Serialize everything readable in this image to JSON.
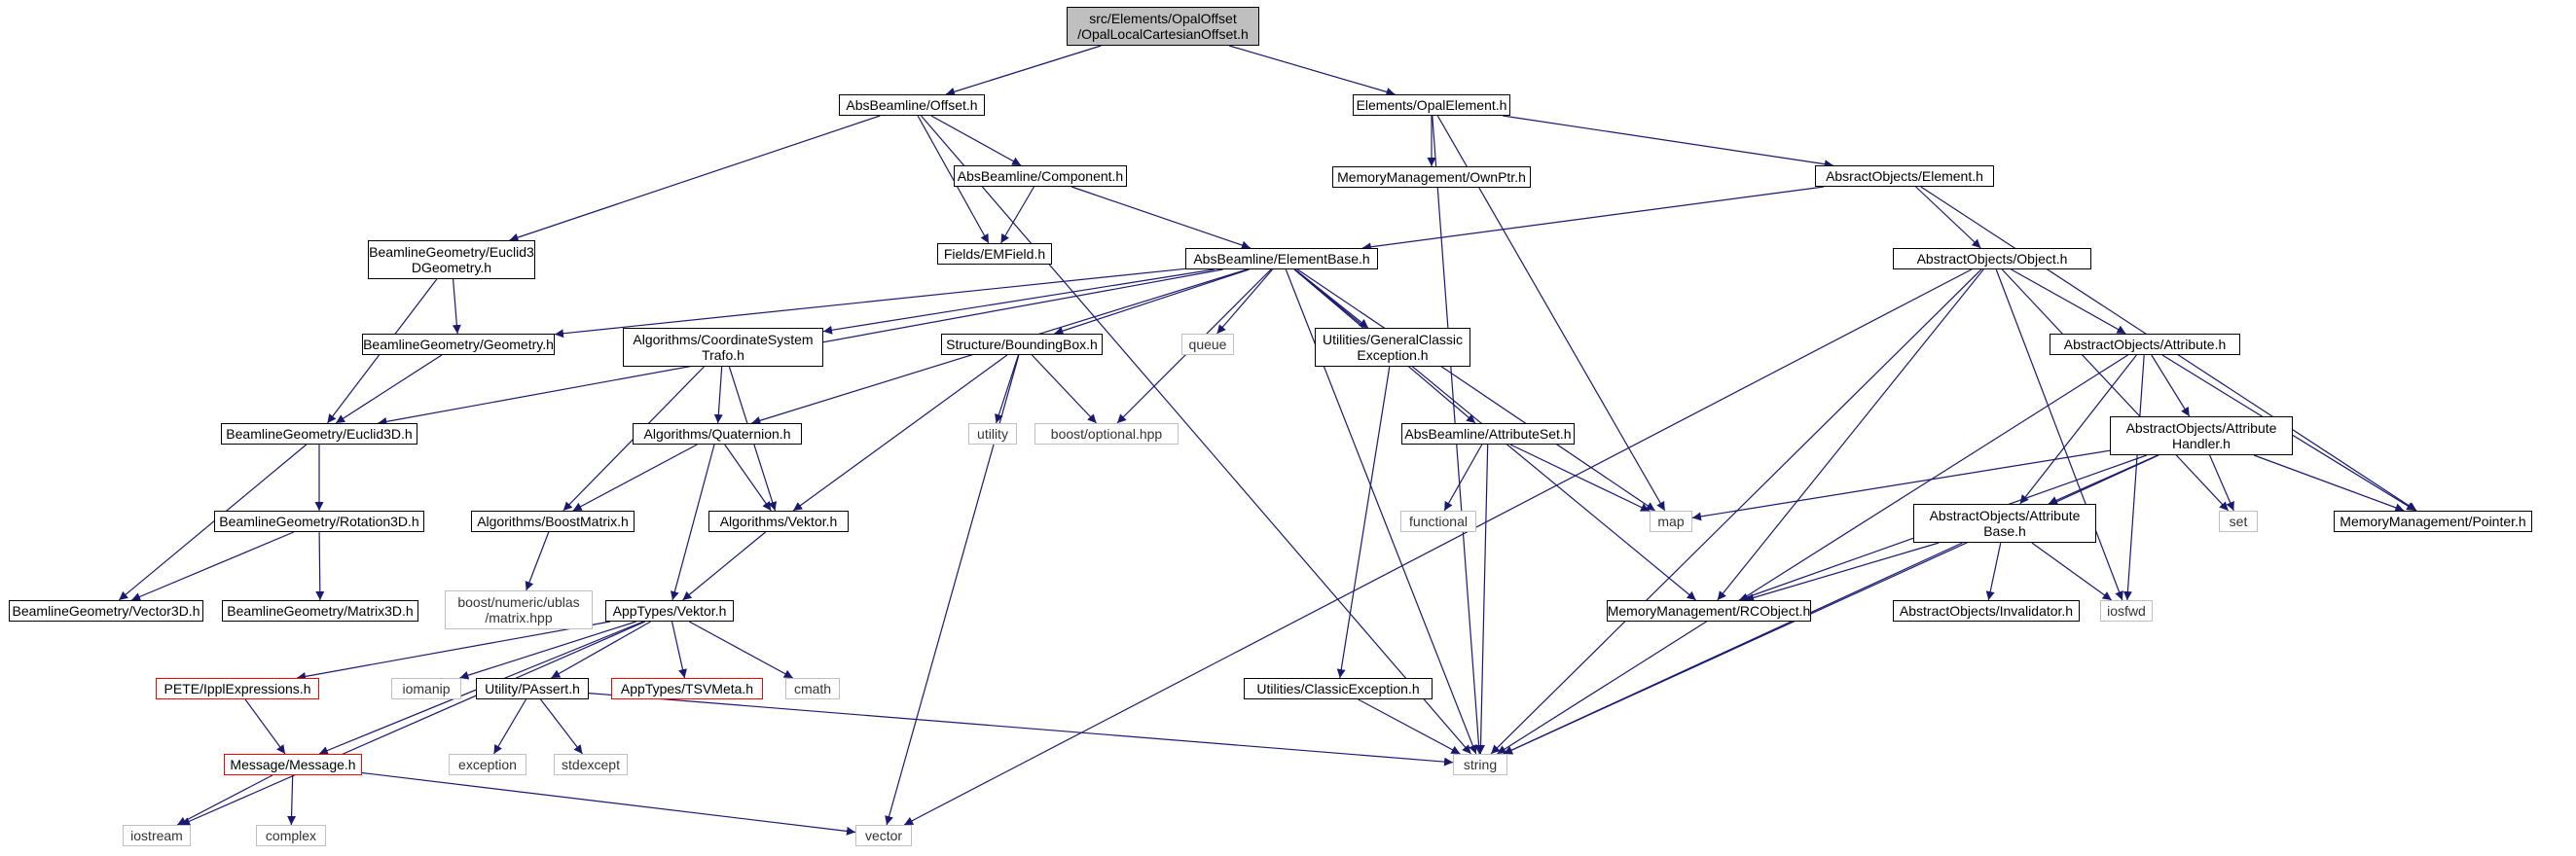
{
  "colors": {
    "edge": "#191970",
    "root_fill": "#bfbfbf",
    "header_border": "#000000",
    "system_border": "#bfbfbf",
    "missing_border": "#ff0000"
  },
  "nodes": {
    "root": {
      "label": "src/Elements/OpalOffset\n/OpalLocalCartesianOffset.h",
      "kind": "root"
    },
    "offset": {
      "label": "AbsBeamline/Offset.h",
      "kind": "header"
    },
    "opalelement": {
      "label": "Elements/OpalElement.h",
      "kind": "header"
    },
    "component": {
      "label": "AbsBeamline/Component.h",
      "kind": "header"
    },
    "ownptr": {
      "label": "MemoryManagement/OwnPtr.h",
      "kind": "header"
    },
    "element": {
      "label": "AbsractObjects/Element.h",
      "kind": "header"
    },
    "euclid3dgeom": {
      "label": "BeamlineGeometry/Euclid3\nDGeometry.h",
      "kind": "header"
    },
    "emfield": {
      "label": "Fields/EMField.h",
      "kind": "header"
    },
    "elementbase": {
      "label": "AbsBeamline/ElementBase.h",
      "kind": "header"
    },
    "object": {
      "label": "AbstractObjects/Object.h",
      "kind": "header"
    },
    "geometry": {
      "label": "BeamlineGeometry/Geometry.h",
      "kind": "header"
    },
    "coordtrafo": {
      "label": "Algorithms/CoordinateSystem\nTrafo.h",
      "kind": "header"
    },
    "boundingbox": {
      "label": "Structure/BoundingBox.h",
      "kind": "header"
    },
    "queue": {
      "label": "queue",
      "kind": "system"
    },
    "generalclassic": {
      "label": "Utilities/GeneralClassic\nException.h",
      "kind": "header"
    },
    "attribute": {
      "label": "AbstractObjects/Attribute.h",
      "kind": "header"
    },
    "euclid3d": {
      "label": "BeamlineGeometry/Euclid3D.h",
      "kind": "header"
    },
    "quaternion": {
      "label": "Algorithms/Quaternion.h",
      "kind": "header"
    },
    "utility": {
      "label": "utility",
      "kind": "system"
    },
    "boostoptional": {
      "label": "boost/optional.hpp",
      "kind": "system"
    },
    "attributeset": {
      "label": "AbsBeamline/AttributeSet.h",
      "kind": "header"
    },
    "attrhandler": {
      "label": "AbstractObjects/Attribute\nHandler.h",
      "kind": "header"
    },
    "rotation3d": {
      "label": "BeamlineGeometry/Rotation3D.h",
      "kind": "header"
    },
    "boostmatrix": {
      "label": "Algorithms/BoostMatrix.h",
      "kind": "header"
    },
    "algvektor": {
      "label": "Algorithms/Vektor.h",
      "kind": "header"
    },
    "functional": {
      "label": "functional",
      "kind": "system"
    },
    "map": {
      "label": "map",
      "kind": "system"
    },
    "attrbase": {
      "label": "AbstractObjects/Attribute\nBase.h",
      "kind": "header"
    },
    "set": {
      "label": "set",
      "kind": "system"
    },
    "pointer": {
      "label": "MemoryManagement/Pointer.h",
      "kind": "header"
    },
    "ublas": {
      "label": "boost/numeric/ublas\n/matrix.hpp",
      "kind": "system"
    },
    "vector3d": {
      "label": "BeamlineGeometry/Vector3D.h",
      "kind": "header"
    },
    "matrix3d": {
      "label": "BeamlineGeometry/Matrix3D.h",
      "kind": "header"
    },
    "appvektor": {
      "label": "AppTypes/Vektor.h",
      "kind": "header"
    },
    "rcobject": {
      "label": "MemoryManagement/RCObject.h",
      "kind": "header"
    },
    "invalidator": {
      "label": "AbstractObjects/Invalidator.h",
      "kind": "header"
    },
    "iosfwd": {
      "label": "iosfwd",
      "kind": "system"
    },
    "ipplexpr": {
      "label": "PETE/IpplExpressions.h",
      "kind": "missing"
    },
    "iomanip": {
      "label": "iomanip",
      "kind": "system"
    },
    "passert": {
      "label": "Utility/PAssert.h",
      "kind": "header"
    },
    "tsvmeta": {
      "label": "AppTypes/TSVMeta.h",
      "kind": "missing"
    },
    "cmath": {
      "label": "cmath",
      "kind": "system"
    },
    "classicexc": {
      "label": "Utilities/ClassicException.h",
      "kind": "header"
    },
    "message": {
      "label": "Message/Message.h",
      "kind": "missing"
    },
    "exception": {
      "label": "exception",
      "kind": "system"
    },
    "stdexcept": {
      "label": "stdexcept",
      "kind": "system"
    },
    "string": {
      "label": "string",
      "kind": "system"
    },
    "iostream": {
      "label": "iostream",
      "kind": "system"
    },
    "complex": {
      "label": "complex",
      "kind": "system"
    },
    "vector": {
      "label": "vector",
      "kind": "system"
    }
  },
  "edges": [
    [
      "root",
      "offset"
    ],
    [
      "root",
      "opalelement"
    ],
    [
      "offset",
      "euclid3dgeom"
    ],
    [
      "offset",
      "component"
    ],
    [
      "offset",
      "emfield"
    ],
    [
      "offset",
      "string"
    ],
    [
      "opalelement",
      "ownptr"
    ],
    [
      "opalelement",
      "element"
    ],
    [
      "opalelement",
      "map"
    ],
    [
      "opalelement",
      "string"
    ],
    [
      "component",
      "emfield"
    ],
    [
      "component",
      "elementbase"
    ],
    [
      "element",
      "elementbase"
    ],
    [
      "element",
      "object"
    ],
    [
      "element",
      "pointer"
    ],
    [
      "euclid3dgeom",
      "geometry"
    ],
    [
      "euclid3dgeom",
      "euclid3d"
    ],
    [
      "elementbase",
      "geometry"
    ],
    [
      "elementbase",
      "euclid3d"
    ],
    [
      "elementbase",
      "coordtrafo"
    ],
    [
      "elementbase",
      "quaternion"
    ],
    [
      "elementbase",
      "boundingbox"
    ],
    [
      "elementbase",
      "queue"
    ],
    [
      "elementbase",
      "boostoptional"
    ],
    [
      "elementbase",
      "generalclassic"
    ],
    [
      "elementbase",
      "attributeset"
    ],
    [
      "elementbase",
      "map"
    ],
    [
      "elementbase",
      "string"
    ],
    [
      "elementbase",
      "rcobject"
    ],
    [
      "object",
      "attribute"
    ],
    [
      "object",
      "set"
    ],
    [
      "object",
      "iosfwd"
    ],
    [
      "object",
      "rcobject"
    ],
    [
      "object",
      "string"
    ],
    [
      "object",
      "vector"
    ],
    [
      "geometry",
      "euclid3d"
    ],
    [
      "coordtrafo",
      "quaternion"
    ],
    [
      "coordtrafo",
      "boostmatrix"
    ],
    [
      "coordtrafo",
      "algvektor"
    ],
    [
      "boundingbox",
      "utility"
    ],
    [
      "boundingbox",
      "boostoptional"
    ],
    [
      "boundingbox",
      "algvektor"
    ],
    [
      "boundingbox",
      "vector"
    ],
    [
      "generalclassic",
      "classicexc"
    ],
    [
      "attribute",
      "attrhandler"
    ],
    [
      "attribute",
      "attrbase"
    ],
    [
      "attribute",
      "pointer"
    ],
    [
      "attribute",
      "iosfwd"
    ],
    [
      "attribute",
      "string"
    ],
    [
      "euclid3d",
      "rotation3d"
    ],
    [
      "euclid3d",
      "vector3d"
    ],
    [
      "quaternion",
      "boostmatrix"
    ],
    [
      "quaternion",
      "algvektor"
    ],
    [
      "quaternion",
      "appvektor"
    ],
    [
      "attributeset",
      "functional"
    ],
    [
      "attributeset",
      "map"
    ],
    [
      "attributeset",
      "string"
    ],
    [
      "attrhandler",
      "map"
    ],
    [
      "attrhandler",
      "set"
    ],
    [
      "attrhandler",
      "pointer"
    ],
    [
      "attrhandler",
      "attrbase"
    ],
    [
      "attrhandler",
      "rcobject"
    ],
    [
      "attrhandler",
      "string"
    ],
    [
      "rotation3d",
      "vector3d"
    ],
    [
      "rotation3d",
      "matrix3d"
    ],
    [
      "boostmatrix",
      "ublas"
    ],
    [
      "algvektor",
      "appvektor"
    ],
    [
      "attrbase",
      "rcobject"
    ],
    [
      "attrbase",
      "invalidator"
    ],
    [
      "attrbase",
      "iosfwd"
    ],
    [
      "attrbase",
      "string"
    ],
    [
      "appvektor",
      "ipplexpr"
    ],
    [
      "appvektor",
      "iomanip"
    ],
    [
      "appvektor",
      "passert"
    ],
    [
      "appvektor",
      "tsvmeta"
    ],
    [
      "appvektor",
      "cmath"
    ],
    [
      "appvektor",
      "message"
    ],
    [
      "appvektor",
      "iostream"
    ],
    [
      "ipplexpr",
      "message"
    ],
    [
      "passert",
      "exception"
    ],
    [
      "passert",
      "stdexcept"
    ],
    [
      "passert",
      "string"
    ],
    [
      "classicexc",
      "string"
    ],
    [
      "message",
      "iostream"
    ],
    [
      "message",
      "complex"
    ],
    [
      "message",
      "vector"
    ]
  ]
}
